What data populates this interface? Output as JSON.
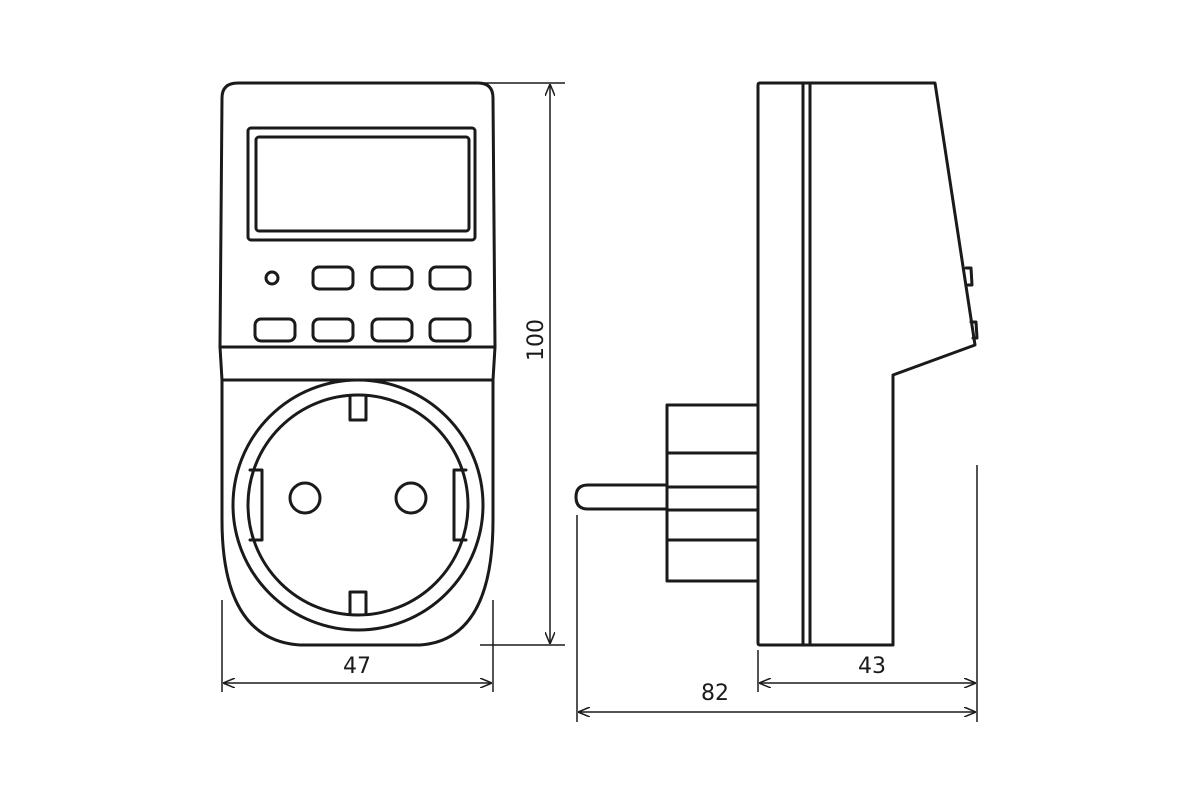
{
  "dimensions": {
    "width": "47",
    "height": "100",
    "depth_total": "82",
    "depth_body": "43"
  },
  "colors": {
    "line": "#1a1a1a",
    "background": "#ffffff"
  }
}
